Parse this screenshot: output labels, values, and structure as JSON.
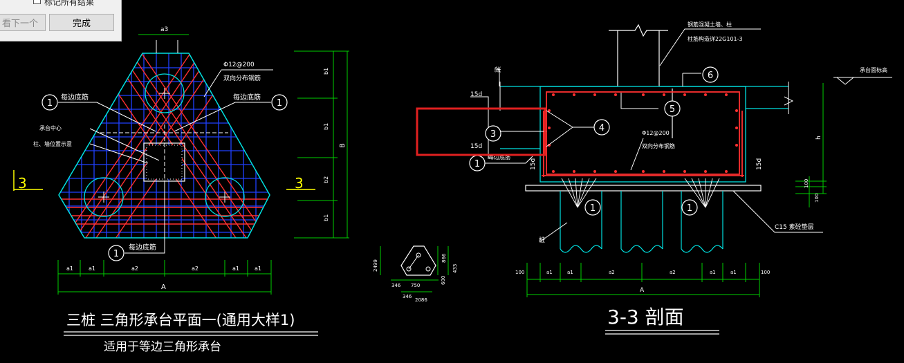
{
  "dialog": {
    "checkbox_label": "标记所有结果",
    "prev_button": "看下一个",
    "done_button": "完成"
  },
  "plan": {
    "title": "三桩  三角形承台平面一(通用大样1)",
    "subtitle": "适用于等边三角形承台",
    "dim_a3": "a3",
    "dim_B": "B",
    "dim_A": "A",
    "bottom_dims": [
      "a1",
      "a1",
      "a2",
      "a2",
      "a1",
      "a1"
    ],
    "right_dims": [
      "b1",
      "b1",
      "b2",
      "b1"
    ],
    "rebar_label": "Φ12@200",
    "rebar_desc": "双向分布钢筋",
    "edge_bar": "每边底筋",
    "center_label": "承台中心",
    "column_label": "柱、墙位置示意",
    "section_mark": "3",
    "callout_1": "1"
  },
  "small": {
    "dims": [
      "2499",
      "346",
      "750",
      "346",
      "2086",
      "866",
      "433",
      "600"
    ]
  },
  "section": {
    "title": "3-3  剖面",
    "note_line1": "钢筋混凝土墙、柱",
    "note_line2": "柱筋构造详22G101-3",
    "beam_label": "梁",
    "top_elev": "承台面标高",
    "h_label": "h",
    "dim_100a": "100",
    "dim_100b": "100",
    "dim_15d": "15d",
    "rebar_label": "Φ12@200",
    "rebar_desc": "双向分布钢筋",
    "edge_bar": "每边底筋",
    "pile_label": "桩",
    "cushion": "C15 素砼垫层",
    "bottom_dims": [
      "100",
      "a1",
      "a1",
      "a2",
      "a2",
      "a1",
      "a1",
      "100"
    ],
    "dim_A": "A",
    "callouts": [
      "1",
      "3",
      "4",
      "5",
      "6"
    ]
  },
  "highlight_color": "#e02020",
  "colors": {
    "outline": "#00e0e0",
    "red_bars": "#ff3030",
    "blue_grid": "#2040ff",
    "dims": "#00d000",
    "text": "#ffffff",
    "section_mark": "#ffff00"
  }
}
